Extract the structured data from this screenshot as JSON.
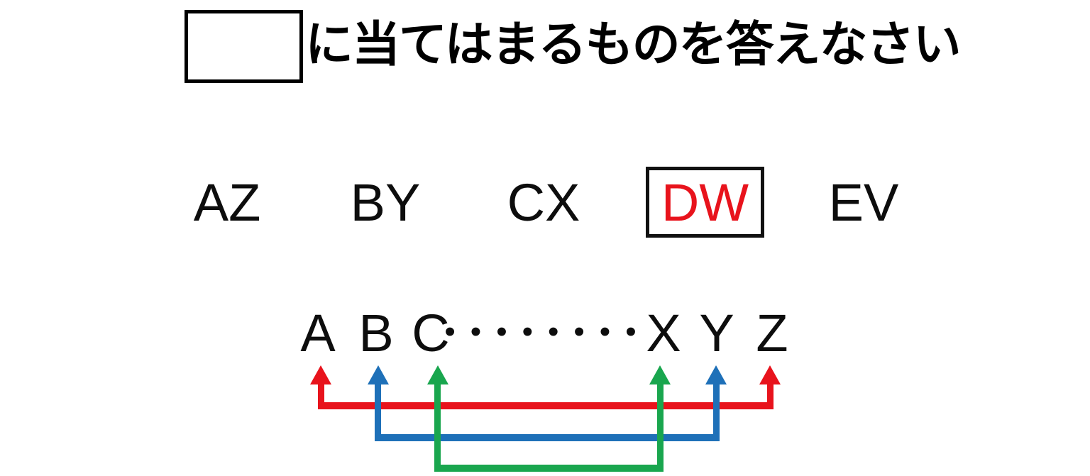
{
  "title": {
    "text": "に当てはまるものを答えなさい",
    "answer_box": "blank"
  },
  "pairs": [
    {
      "label": "AZ",
      "highlighted": false
    },
    {
      "label": "BY",
      "highlighted": false
    },
    {
      "label": "CX",
      "highlighted": false
    },
    {
      "label": "DW",
      "highlighted": true,
      "color": "#e8131c"
    },
    {
      "label": "EV",
      "highlighted": false
    }
  ],
  "alphabet_row": {
    "letters": [
      "A",
      "B",
      "C",
      "X",
      "Y",
      "Z"
    ],
    "ellipsis": "••••••••"
  },
  "diagram": {
    "brackets": [
      {
        "connects": "A-Z",
        "color": "#e8131c"
      },
      {
        "connects": "B-Y",
        "color": "#1e70b8"
      },
      {
        "connects": "C-X",
        "color": "#19a64e"
      }
    ]
  },
  "colors": {
    "background": "#ffffff",
    "text": "#000000",
    "highlight_red": "#e8131c",
    "arrow_blue": "#1e70b8",
    "arrow_green": "#19a64e"
  }
}
